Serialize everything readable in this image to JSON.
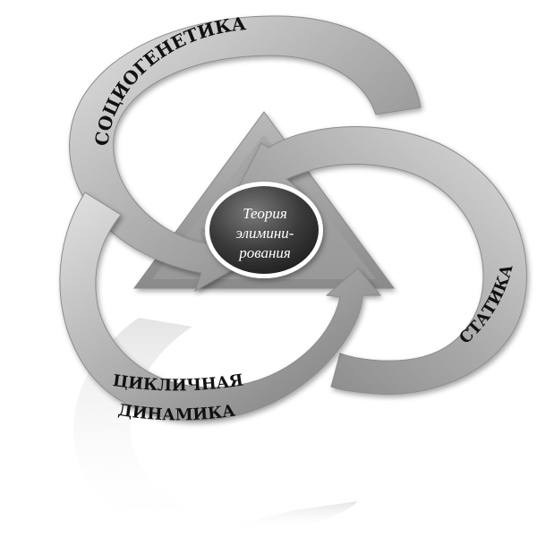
{
  "center": {
    "line1": "Теория",
    "line2": "элимини-",
    "line3": "рования"
  },
  "arrows": {
    "top": "СОЦИОГЕНЕТИКА",
    "right": "СТАТИКА",
    "bottom_line1": "ЦИКЛИЧНАЯ",
    "bottom_line2": "ДИНАМИКА"
  },
  "colors": {
    "arrow_light": "#d7d7d7",
    "arrow_mid": "#a9a9a9",
    "arrow_dark": "#7b7b7b",
    "triangle": "#9c9c9c",
    "core_dark": "#2b2b2b",
    "core_light": "#6a6a6a"
  }
}
